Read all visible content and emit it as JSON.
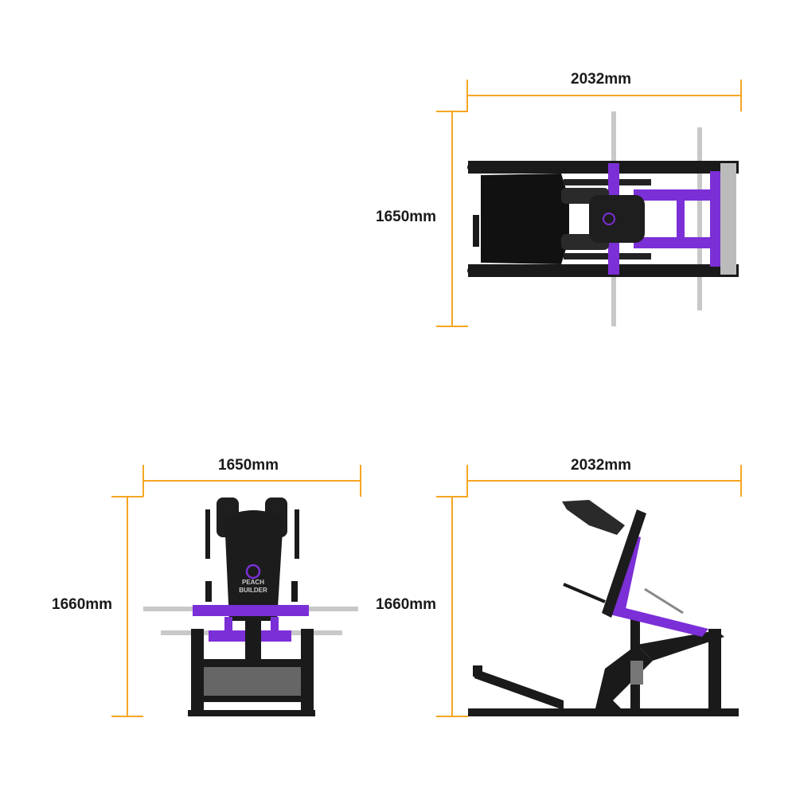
{
  "dimensions": {
    "top_view_width": "2032mm",
    "top_view_height": "1650mm",
    "front_view_width": "1650mm",
    "front_view_height": "1660mm",
    "side_view_width": "2032mm",
    "side_view_height": "1660mm"
  },
  "brand": {
    "line1": "PEACH",
    "line2": "BUILDER"
  },
  "colors": {
    "dimension_line": "#f5a623",
    "frame": "#1a1a1a",
    "accent": "#7b2fd6",
    "bar": "#c8c8c8"
  }
}
